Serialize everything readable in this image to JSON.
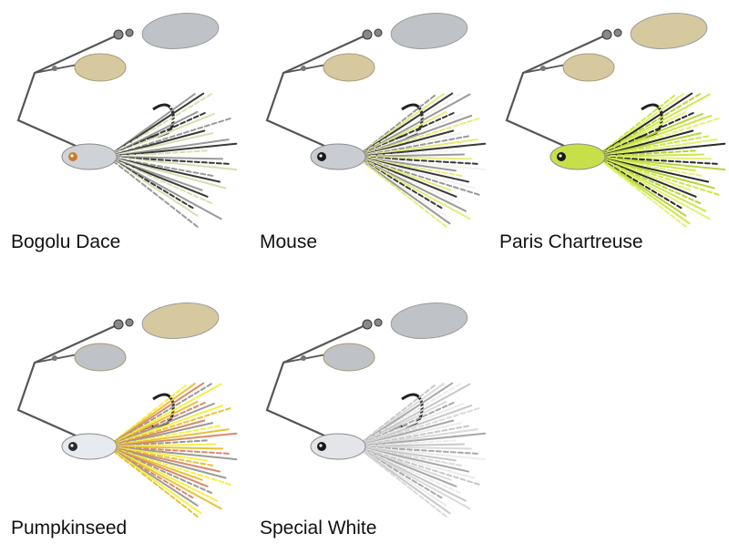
{
  "lures": [
    {
      "name": "Bogolu Dace",
      "head": "#cfd3d8",
      "head_accent": "#c97a2a",
      "skirt": [
        "#ffffff",
        "#9a9a9a",
        "#3a3a3a",
        "#d8dfb0"
      ],
      "blade_large": "#bfc3c7",
      "blade_small": "#d6c9a0"
    },
    {
      "name": "Mouse",
      "head": "#c9cdd2",
      "head_accent": "#1a1a1a",
      "skirt": [
        "#9a9a9a",
        "#e6ec7a",
        "#3a3a3a",
        "#f2f2f2"
      ],
      "blade_large": "#bfc3c7",
      "blade_small": "#d6c9a0"
    },
    {
      "name": "Paris Chartreuse",
      "head": "#c7e04a",
      "head_accent": "#1a1a1a",
      "skirt": [
        "#cde84a",
        "#e4f07a",
        "#2a2a2a",
        "#b6d63a"
      ],
      "blade_large": "#d6c9a0",
      "blade_small": "#d6c9a0"
    },
    {
      "name": "Pumpkinseed",
      "head": "#e7eaee",
      "head_accent": "#2a2a2a",
      "skirt": [
        "#f4f04a",
        "#e8c23a",
        "#d98a6a",
        "#9a9a9a"
      ],
      "blade_large": "#d6c9a0",
      "blade_small": "#bfc3c7"
    },
    {
      "name": "Special White",
      "head": "#e3e5e8",
      "head_accent": "#1a1a1a",
      "skirt": [
        "#c8c8c8",
        "#dadada",
        "#a8a8a8",
        "#ececec"
      ],
      "blade_large": "#bfc3c7",
      "blade_small": "#bfc3c7"
    }
  ]
}
